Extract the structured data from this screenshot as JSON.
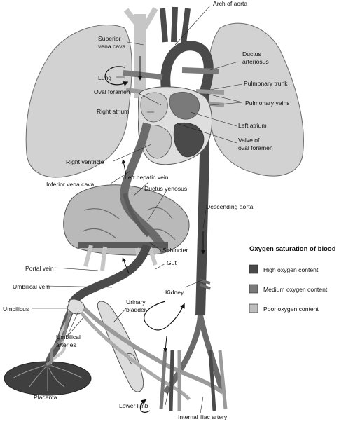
{
  "legend": {
    "title": "Oxygen saturation of blood",
    "items": [
      {
        "label": "High oxygen content",
        "color": "#4a4a4a"
      },
      {
        "label": "Medium oxygen content",
        "color": "#7a7a7a"
      },
      {
        "label": "Poor oxygen content",
        "color": "#bdbdbd"
      }
    ]
  },
  "labels": {
    "arch_of_aorta": "Arch of aorta",
    "superior_vena_cava_1": "Superior",
    "superior_vena_cava_2": "vena cava",
    "ductus_arteriosus_1": "Ductus",
    "ductus_arteriosus_2": "arteriosus",
    "lung": "Lung",
    "pulmonary_trunk": "Pulmonary trunk",
    "oval_foramen": "Oval foramen",
    "pulmonary_veins": "Pulmonary veins",
    "right_atrium": "Right atrium",
    "left_atrium": "Left atrium",
    "valve_of_oval_foramen_1": "Valve of",
    "valve_of_oval_foramen_2": "oval foramen",
    "right_ventricle": "Right ventricle",
    "left_hepatic_vein": "Left hepatic vein",
    "inferior_vena_cava": "Inferior vena cava",
    "ductus_venosus": "Ductus venosus",
    "descending_aorta": "Descending aorta",
    "sphincter": "Sphincter",
    "gut": "Gut",
    "portal_vein": "Portal vein",
    "umbilical_vein": "Umbilical vein",
    "kidney": "Kidney",
    "umbilicus": "Umbilicus",
    "urinary_bladder_1": "Urinary",
    "urinary_bladder_2": "bladder",
    "umbilical_arteries_1": "Umbilical",
    "umbilical_arteries_2": "arteries",
    "placenta": "Placenta",
    "lower_limb": "Lower limb",
    "internal_iliac_artery": "Internal iliac artery"
  }
}
